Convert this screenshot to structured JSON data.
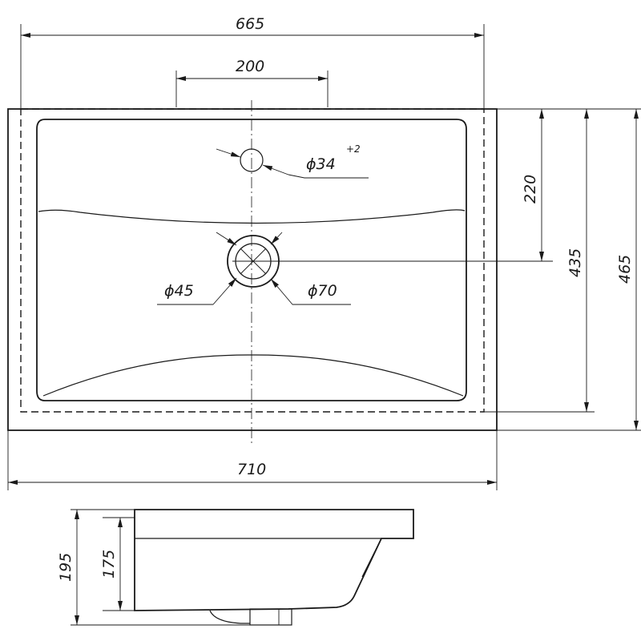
{
  "dimensions": {
    "inner_width": "665",
    "tap_spacing": "200",
    "tap_hole": "ϕ34",
    "tap_hole_tolerance": "+2",
    "drain_inner": "ϕ45",
    "drain_outer": "ϕ70",
    "drain_offset": "220",
    "inner_depth": "435",
    "outer_depth": "465",
    "outer_width": "710",
    "total_height": "195",
    "bowl_height": "175"
  },
  "colors": {
    "line": "#1a1a1a",
    "background": "#ffffff"
  }
}
